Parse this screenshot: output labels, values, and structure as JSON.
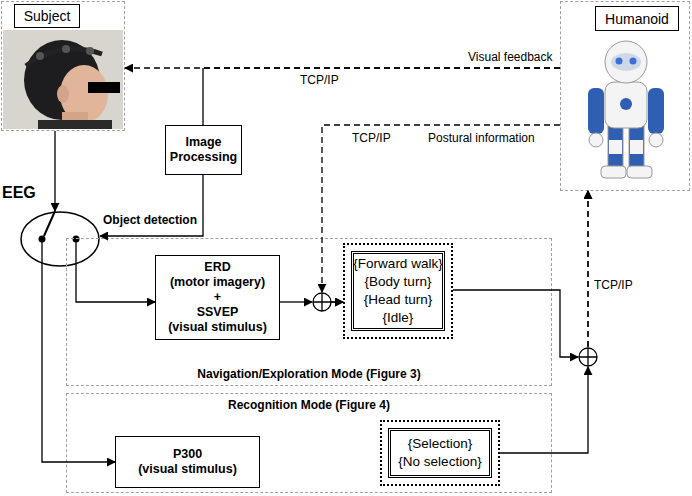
{
  "diagram": {
    "nodes": [
      {
        "text": [
          "Subject"
        ]
      },
      {
        "text": [
          "Humanoid"
        ]
      },
      {
        "text": [
          "Image Processing"
        ]
      },
      {
        "text": [
          "EEG"
        ]
      },
      {
        "text": [
          "Navigation/Exploration Mode (Figure 3)"
        ]
      },
      {
        "text": [
          "ERD",
          "(motor imagery)",
          "+",
          "SSVEP",
          "(visual stimulus)"
        ],
        "in": 4
      },
      {
        "text": [
          "{Forward walk}",
          "{Body turn}",
          "{Head turn}",
          "{Idle}"
        ],
        "in": 4
      },
      {
        "text": [
          "Recognition Mode (Figure 4)"
        ]
      },
      {
        "text": [
          "P300",
          "(visual stimulus)"
        ],
        "in": 7
      },
      {
        "text": [
          "{Selection}",
          "{No selection}"
        ],
        "in": 7
      }
    ],
    "edges": [
      {
        "from": 1,
        "to": 0,
        "arrow": "to",
        "label": "Visual feedback"
      },
      {
        "from": 1,
        "to": 2,
        "arrow": "none"
      },
      {
        "from": 0,
        "to": 3,
        "arrow": "to"
      },
      {
        "from": 2,
        "to": 3,
        "arrow": "to",
        "label": "Object detection"
      },
      {
        "from": 3,
        "to": 5,
        "arrow": "to"
      },
      {
        "from": 3,
        "to": 8,
        "arrow": "to"
      },
      {
        "from": 1,
        "to": 6,
        "arrow": "to",
        "label": "Postural information"
      },
      {
        "from": 5,
        "to": 6,
        "arrow": "to"
      },
      {
        "from": 6,
        "to": 1,
        "arrow": "to"
      },
      {
        "from": 9,
        "to": 1,
        "arrow": "to"
      }
    ],
    "labels": [
      "TCP/IP",
      "TCP/IP",
      "TCP/IP"
    ]
  }
}
